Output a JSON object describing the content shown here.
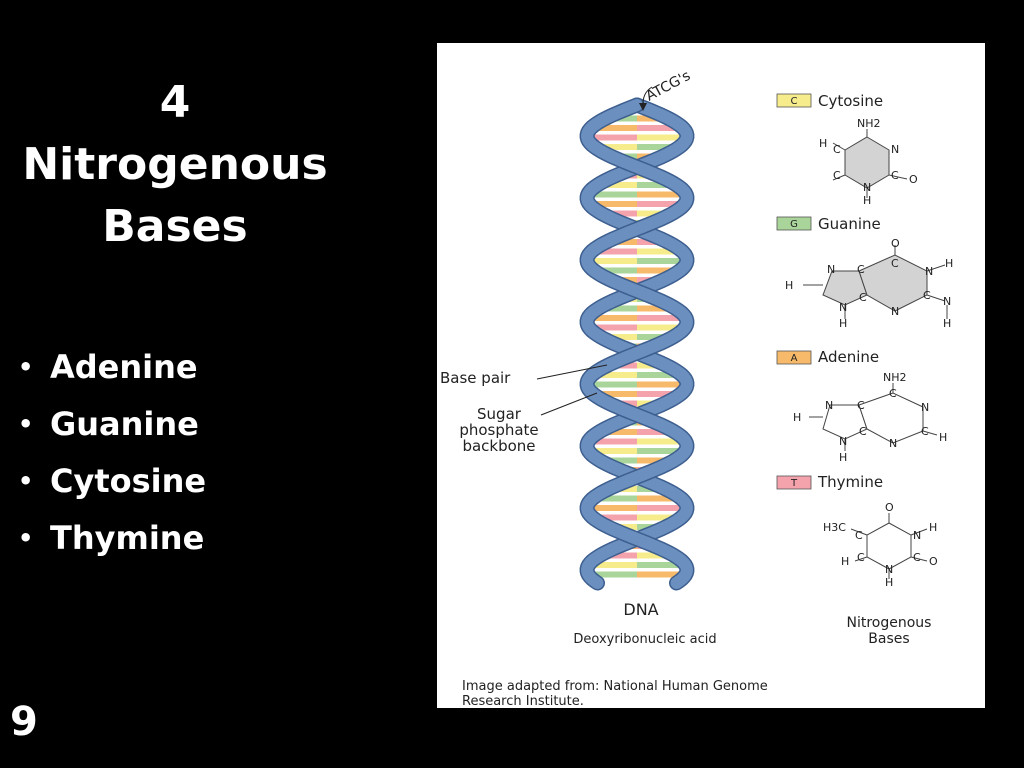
{
  "slide": {
    "title_lines": [
      "4",
      "Nitrogenous",
      "Bases"
    ],
    "bullets": [
      "Adenine",
      "Guanine",
      "Cytosine",
      "Thymine"
    ],
    "page_number": "9"
  },
  "figure": {
    "atcg_label": "ATCG's",
    "base_pair_label": "Base pair",
    "backbone_label_lines": [
      "Sugar",
      "phosphate",
      "backbone"
    ],
    "dna_label": "DNA",
    "dna_full_name": "Deoxyribonucleic acid",
    "bases_caption_lines": [
      "Nitrogenous",
      "Bases"
    ],
    "credit_lines": [
      "Image adapted from: National Human Genome",
      "Research Institute."
    ],
    "bases": [
      {
        "letter": "C",
        "name": "Cytosine",
        "color": "#f6ec8c"
      },
      {
        "letter": "G",
        "name": "Guanine",
        "color": "#a9d49a"
      },
      {
        "letter": "A",
        "name": "Adenine",
        "color": "#f7b96a"
      },
      {
        "letter": "T",
        "name": "Thymine",
        "color": "#f4a3ad"
      }
    ],
    "colors": {
      "backbone": "#6b8fbf",
      "backbone_edge": "#3d5f8f",
      "ring_fill": "#d3d3d3"
    },
    "chem": {
      "cytosine": [
        "NH2",
        "H",
        "C",
        "C",
        "N",
        "C",
        "O",
        "N",
        "H"
      ],
      "guanine": [
        "O",
        "C",
        "N",
        "H",
        "N",
        "C",
        "C",
        "N",
        "H",
        "H",
        "N",
        "C",
        "N",
        "H"
      ],
      "adenine": [
        "NH2",
        "C",
        "N",
        "H",
        "N",
        "C",
        "C",
        "N",
        "C",
        "H",
        "N",
        "H"
      ],
      "thymine": [
        "O",
        "H3C",
        "C",
        "N",
        "H",
        "C",
        "C",
        "O",
        "N",
        "H",
        "H"
      ]
    }
  }
}
